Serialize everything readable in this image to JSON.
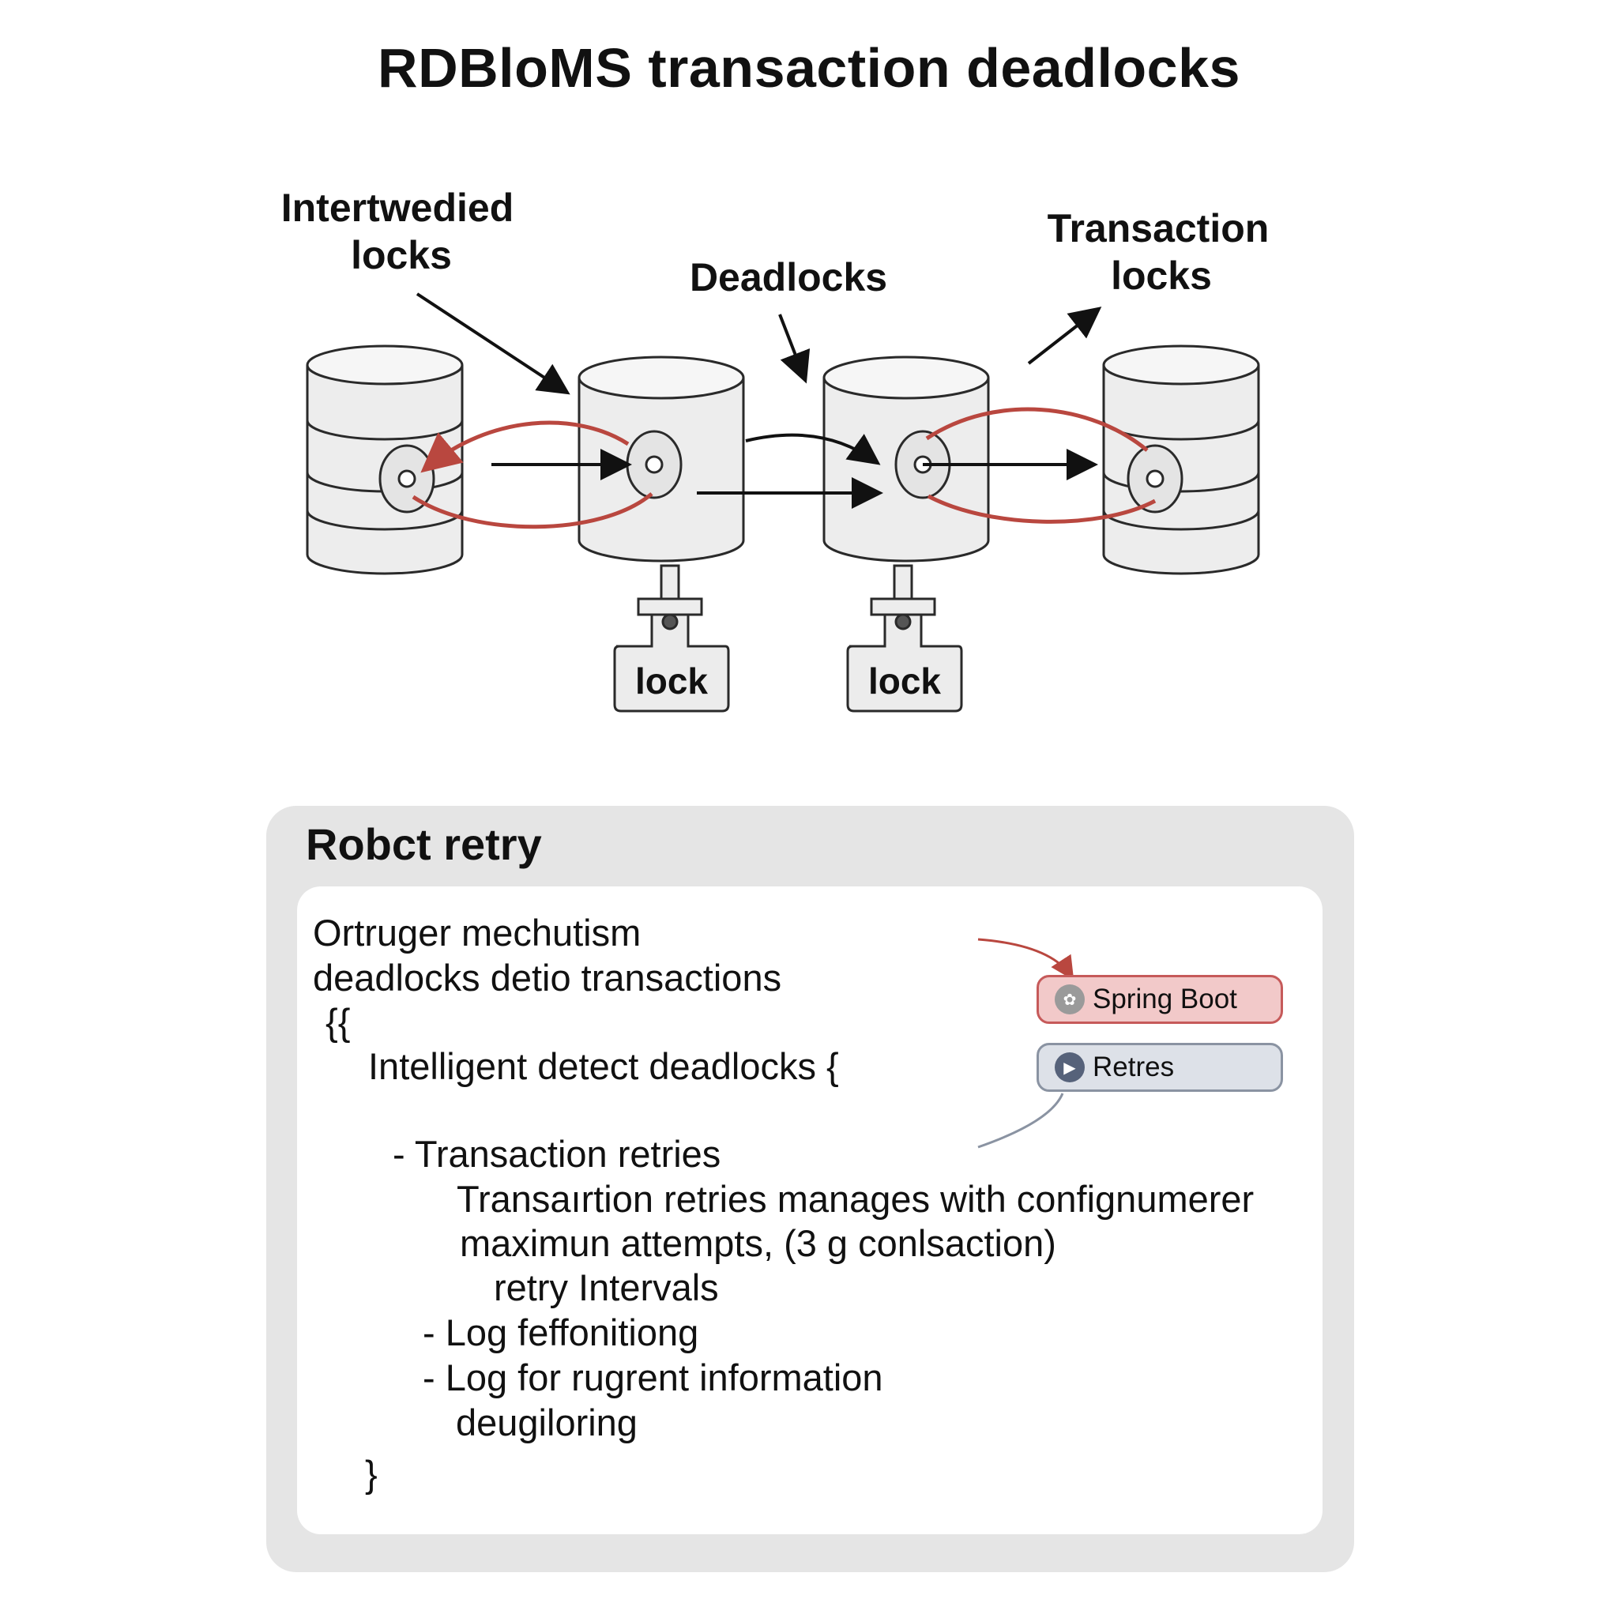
{
  "title": "RDBloMS transaction deadlocks",
  "diagram": {
    "labels": {
      "intertwined_line1": "Intertwedied",
      "intertwined_line2": "locks",
      "deadlocks": "Deadlocks",
      "transaction_line1": "Transaction",
      "transaction_line2": "locks",
      "lock_a": "lock",
      "lock_b": "lock"
    },
    "colors": {
      "cylinder_fill": "#ededed",
      "stroke": "#2a2a2a",
      "cycle_arrow": "#b9473f",
      "flow_arrow": "#111111"
    }
  },
  "retry_panel": {
    "title": "Robct retry",
    "lines": [
      "Ortruger mechutism",
      "deadlocks detio transactions",
      "{{",
      "Intelligent detect deadlocks {",
      "- Transaction retries",
      "Transaırtion retries manages with confignumerer",
      "maximun attempts, (3 g conlsaction)",
      "retry Intervals",
      "- Log feffonitiong",
      "- Log for rugrent information",
      "deugiloring",
      "}"
    ],
    "badges": {
      "spring_boot": "Spring Boot",
      "retres": "Retres"
    },
    "colors": {
      "panel_bg": "#e5e5e5",
      "spring_bg": "#f2c9c9",
      "spring_border": "#c65a5a",
      "retry_bg": "#dde1e8",
      "retry_border": "#8a93a2"
    },
    "icons": [
      "spring-leaf-icon",
      "play-icon"
    ]
  }
}
